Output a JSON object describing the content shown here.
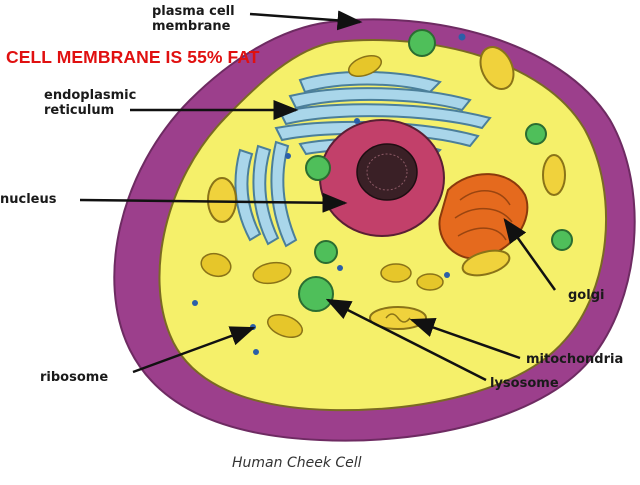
{
  "headline": "CELL MEMBRANE  IS 55% FAT",
  "caption": "Human Cheek Cell",
  "labels": {
    "plasma_membrane_line1": "plasma cell",
    "plasma_membrane_line2": "membrane",
    "er_line1": "endoplasmic",
    "er_line2": "reticulum",
    "nucleus": "nucleus",
    "golgi": "golgi",
    "ribosome": "ribosome",
    "mitochondria": "mitochondria",
    "lysosome": "lysosome"
  },
  "colors": {
    "headline": "#e01010",
    "membrane": "#9c3f8c",
    "cytoplasm": "#f5f06a",
    "er": "#a9d6ea",
    "nucleus": "#c2406a",
    "lysosome": "#4fbf5a",
    "golgi": "#e56a1e",
    "mitochondria": "#f0d23c"
  }
}
